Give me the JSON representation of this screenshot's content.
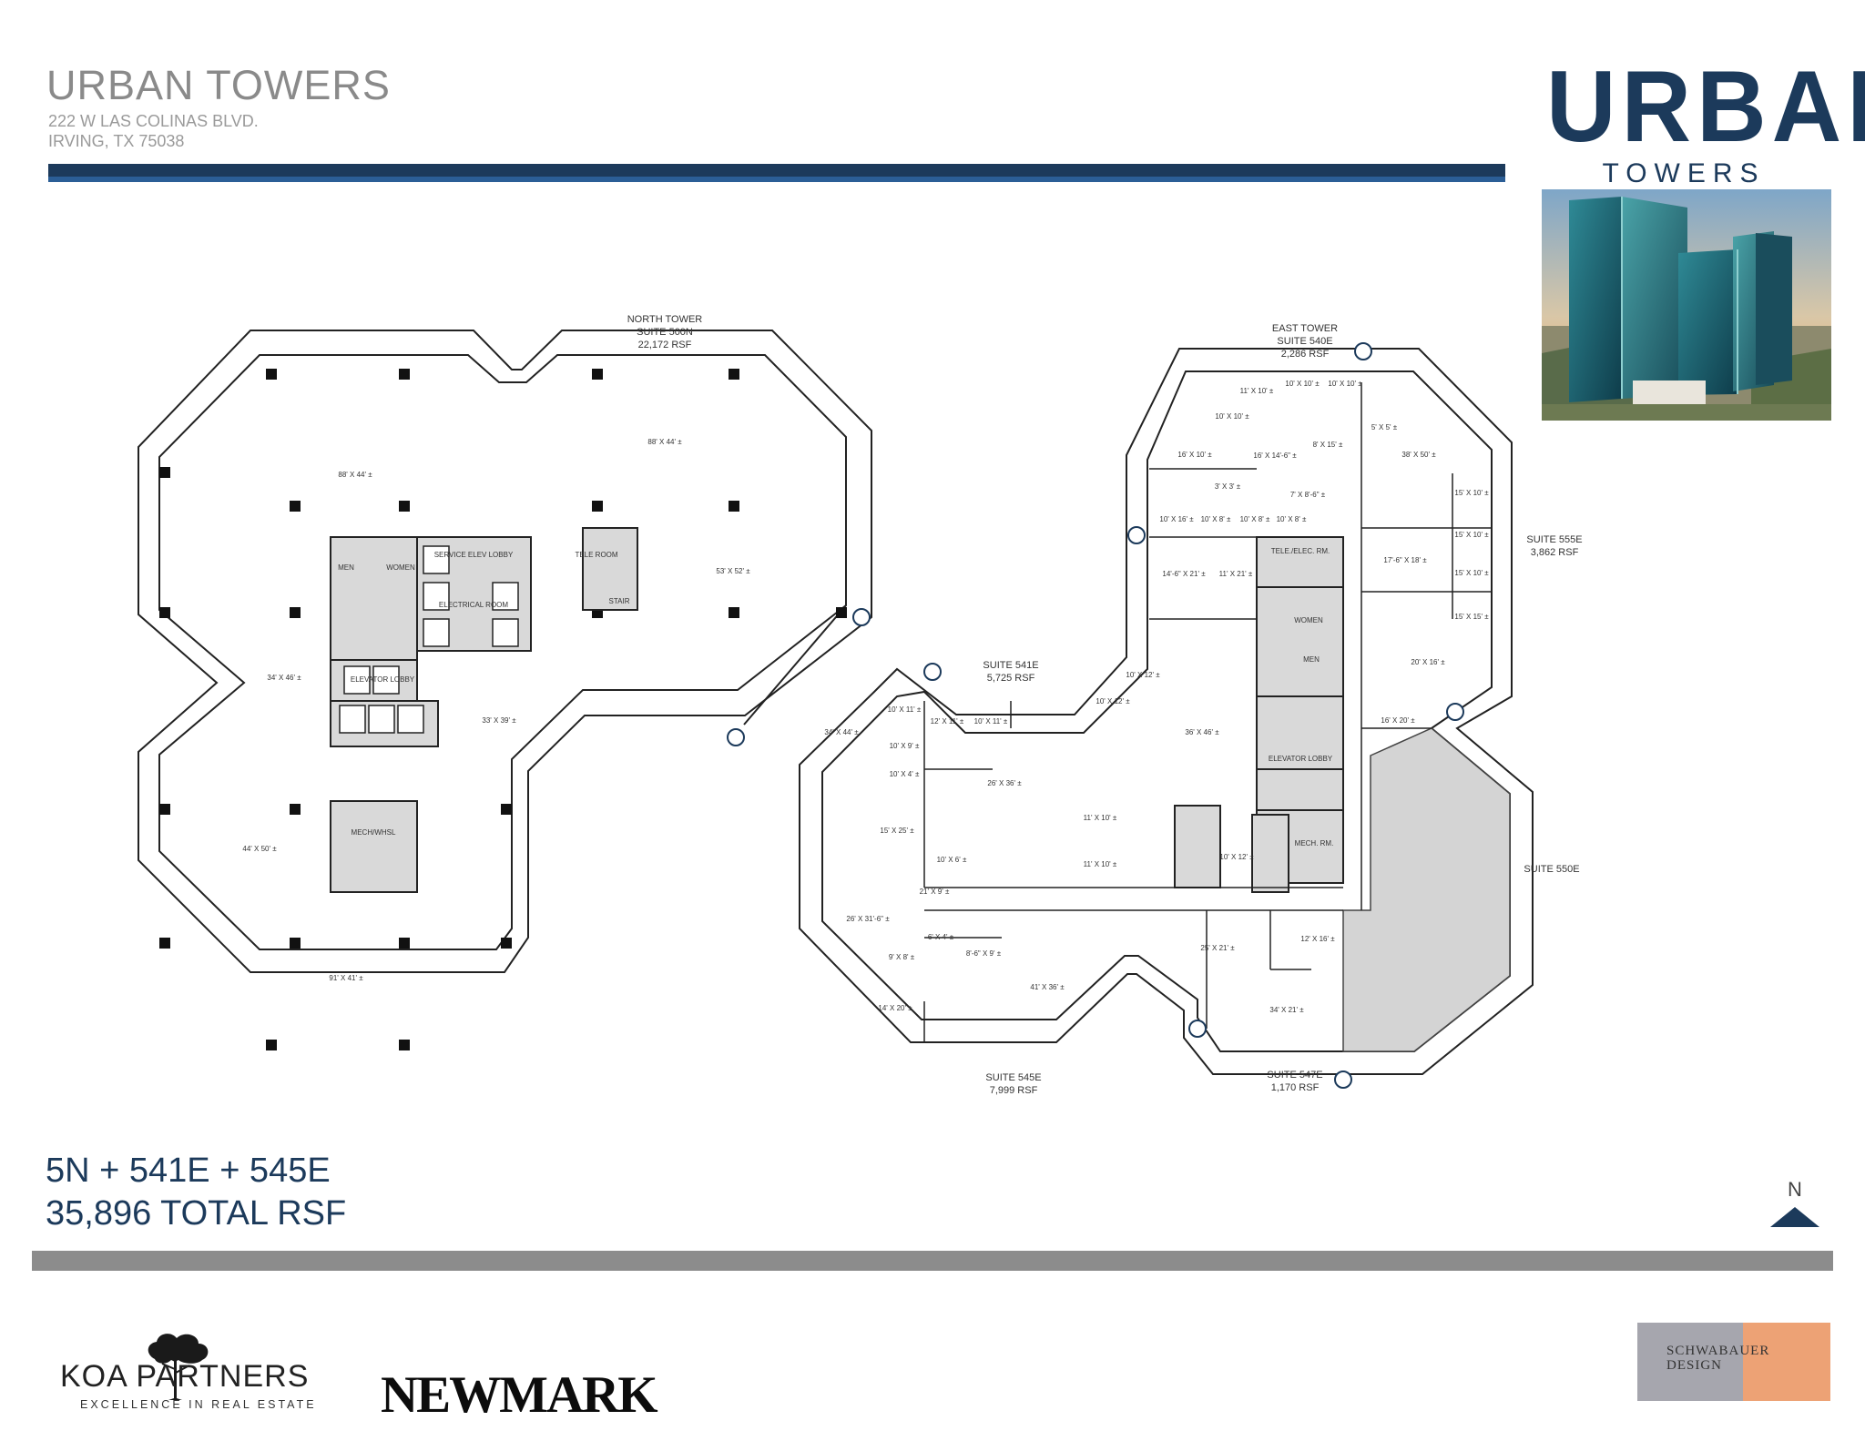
{
  "header": {
    "title": "URBAN TOWERS",
    "address_line1": "222 W LAS COLINAS BLVD.",
    "address_line2": "IRVING, TX 75038"
  },
  "logo": {
    "word_main": "URBAN",
    "word_sub": "TOWERS"
  },
  "colors": {
    "brand_navy": "#1c3a5b",
    "rule_blue": "#2b5e96",
    "rule_gray": "#8c8c8c",
    "suite_shade": "#d4d4d4",
    "sd_gray": "#a6a6ae",
    "sd_orange": "#eda275"
  },
  "plan": {
    "north_tower": {
      "line1": "NORTH TOWER",
      "line2": "SUITE 500N",
      "line3": "22,172 RSF"
    },
    "east_tower": {
      "line1": "EAST TOWER",
      "line2": "SUITE 540E",
      "line3": "2,286 RSF"
    },
    "suite_541e": {
      "line1": "SUITE 541E",
      "line2": "5,725 RSF"
    },
    "suite_545e": {
      "line1": "SUITE 545E",
      "line2": "7,999 RSF"
    },
    "suite_547e": {
      "line1": "SUITE 547E",
      "line2": "1,170 RSF"
    },
    "suite_555e": {
      "line1": "SUITE 555E",
      "line2": "3,862 RSF"
    },
    "suite_550e": {
      "line1": "SUITE 550E"
    },
    "north_rooms": {
      "r1": "88' X 44' ±",
      "r2": "88' X 44' ±",
      "r3": "53' X 52' ±",
      "r4": "34' X 46' ±",
      "r5": "33' X 39' ±",
      "r6": "44' X 50' ±",
      "r7": "91' X 41' ±"
    },
    "core_labels": {
      "men": "MEN",
      "women": "WOMEN",
      "service_lobby": "SERVICE ELEV LOBBY",
      "electrical": "ELECTRICAL ROOM",
      "elevator_lobby": "ELEVATOR LOBBY",
      "mech": "MECH/WHSL",
      "tele": "TELE ROOM",
      "stair": "STAIR"
    },
    "east_rooms": {
      "r1": "11' X 10' ±",
      "r2": "10' X 10' ±",
      "r3": "10' X 10' ±",
      "r4": "10' X 10' ±",
      "r5": "16' X 10' ±",
      "r6": "16' X 14'-6\" ±",
      "r7": "8' X 15' ±",
      "r8": "5' X 5' ±",
      "r9": "38' X 50' ±",
      "r10": "3' X 3' ±",
      "r11": "7' X 8'-6\" ±",
      "r12": "10' X 16' ±",
      "r13": "10' X 8' ±",
      "r14": "10' X 8' ±",
      "r15": "10' X 8' ±",
      "r16": "14'-6\" X 21' ±",
      "r17": "11' X 21' ±",
      "r18": "15' X 10' ±",
      "r19": "15' X 10' ±",
      "r20": "15' X 10' ±",
      "r21": "17'-6\" X 18' ±",
      "r22": "15' X 15' ±",
      "r23": "20' X 16' ±",
      "r24": "16' X 20' ±",
      "r25": "36' X 46' ±",
      "r26": "10' X 12' ±",
      "r27": "10' X 12' ±",
      "r28": "10' X 12' ±",
      "r29": "12' X 16' ±",
      "r30": "25' X 21' ±",
      "r31": "34' X 21' ±"
    },
    "suite541_rooms": {
      "r1": "34' X 44' ±",
      "r2": "10' X 11' ±",
      "r3": "12' X 11' ±",
      "r4": "10' X 11' ±",
      "r5": "10' X 9' ±",
      "r6": "10' X 4' ±",
      "r7": "26' X 36' ±",
      "r8": "15' X 25' ±",
      "r9": "10' X 6' ±",
      "r10": "11' X 10' ±",
      "r11": "11' X 10' ±",
      "r12": "21' X 9' ±"
    },
    "suite545_rooms": {
      "r1": "26' X 31'-6\" ±",
      "r2": "6' X 4' ±",
      "r3": "8'-6\" X 9' ±",
      "r4": "9' X 8' ±",
      "r5": "41' X 36' ±",
      "r6": "14' X 20' ±"
    },
    "east_core": {
      "tele_elec": "TELE./ELEC. RM.",
      "women": "WOMEN",
      "men": "MEN",
      "elevator_lobby": "ELEVATOR LOBBY",
      "mech": "MECH. RM."
    }
  },
  "summary": {
    "line1": "5N + 541E + 545E",
    "line2": "35,896 TOTAL RSF"
  },
  "north_indicator": "N",
  "footer": {
    "koa_brand": "KOA PARTNERS",
    "koa_tagline": "EXCELLENCE IN REAL ESTATE",
    "newmark": "NEWMARK",
    "design_firm": "SCHWABAUER DESIGN"
  }
}
